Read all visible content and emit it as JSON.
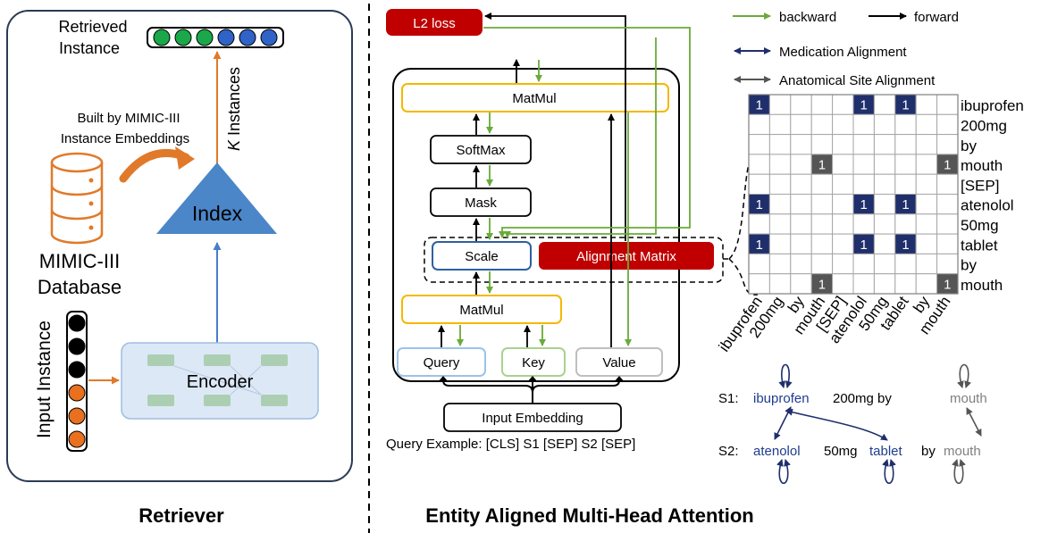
{
  "retriever": {
    "retrieved_label_line1": "Retrieved",
    "retrieved_label_line2": "Instance",
    "k_instances_k": "K",
    "k_instances_rest": " Instances",
    "built_by_line1": "Built by MIMIC-III",
    "built_by_line2": "Instance Embeddings",
    "index_label": "Index",
    "database_line1": "MIMIC-III",
    "database_line2": "Database",
    "input_instance_label": "Input Instance",
    "encoder_label": "Encoder",
    "caption": "Retriever",
    "retrieved_dot_colors": [
      "#1aa84a",
      "#1aa84a",
      "#1aa84a",
      "#2f63c7",
      "#2f63c7",
      "#2f63c7"
    ],
    "input_dot_colors": [
      "#000000",
      "#000000",
      "#000000",
      "#e8701f",
      "#e8701f",
      "#e8701f"
    ]
  },
  "attention": {
    "l2_loss": "L2 loss",
    "matmul_top": "MatMul",
    "softmax": "SoftMax",
    "mask": "Mask",
    "scale": "Scale",
    "alignment_matrix": "Alignment Matrix",
    "matmul_bottom": "MatMul",
    "query": "Query",
    "key": "Key",
    "value": "Value",
    "input_embedding": "Input Embedding",
    "query_example": "Query Example: [CLS] S1 [SEP] S2 [SEP]",
    "caption": "Entity Aligned Multi-Head Attention"
  },
  "legend": {
    "backward": "backward",
    "forward": "forward",
    "medication": "Medication Alignment",
    "anatomical": "Anatomical Site Alignment"
  },
  "matrix": {
    "row_labels": [
      "ibuprofen",
      "200mg",
      "by",
      "mouth",
      "[SEP]",
      "atenolol",
      "50mg",
      "tablet",
      "by",
      "mouth"
    ],
    "col_labels": [
      "ibuprofen",
      "200mg",
      "by",
      "mouth",
      "[SEP]",
      "atenolol",
      "50mg",
      "tablet",
      "by",
      "mouth"
    ],
    "cells": [
      {
        "row": 0,
        "col": 0,
        "value": "1",
        "kind": "medication"
      },
      {
        "row": 0,
        "col": 5,
        "value": "1",
        "kind": "medication"
      },
      {
        "row": 0,
        "col": 7,
        "value": "1",
        "kind": "medication"
      },
      {
        "row": 3,
        "col": 3,
        "value": "1",
        "kind": "anatomical"
      },
      {
        "row": 3,
        "col": 9,
        "value": "1",
        "kind": "anatomical"
      },
      {
        "row": 5,
        "col": 0,
        "value": "1",
        "kind": "medication"
      },
      {
        "row": 5,
        "col": 5,
        "value": "1",
        "kind": "medication"
      },
      {
        "row": 5,
        "col": 7,
        "value": "1",
        "kind": "medication"
      },
      {
        "row": 7,
        "col": 0,
        "value": "1",
        "kind": "medication"
      },
      {
        "row": 7,
        "col": 5,
        "value": "1",
        "kind": "medication"
      },
      {
        "row": 7,
        "col": 7,
        "value": "1",
        "kind": "medication"
      },
      {
        "row": 9,
        "col": 3,
        "value": "1",
        "kind": "anatomical"
      },
      {
        "row": 9,
        "col": 9,
        "value": "1",
        "kind": "anatomical"
      }
    ]
  },
  "sentences": {
    "s1_label": "S1:",
    "s1_med": "ibuprofen",
    "s1_mid": "200mg by",
    "s1_site": "mouth",
    "s2_label": "S2:",
    "s2_med1": "atenolol",
    "s2_mid": "50mg",
    "s2_med2": "tablet",
    "s2_by": "by",
    "s2_site": "mouth"
  },
  "colors": {
    "medication": "#1f2f6b",
    "anatomical": "#555555",
    "backward": "#6aaa3a",
    "forward": "#000000",
    "orange": "#e07a2a",
    "blue_line": "#4a7cc9",
    "red_box": "#c00000",
    "yellow_border": "#f5b800",
    "index_fill": "#4a86c8",
    "encoder_fill": "#dce8f6",
    "encoder_block": "#8fbf8f",
    "scale_border": "#2e5fa1",
    "query_border": "#9dc3e6",
    "key_border": "#a9d18e",
    "value_border": "#bfbfbf",
    "db_orange": "#e07a2a",
    "med_text": "#1f3d8f",
    "site_text": "#7f7f7f"
  }
}
